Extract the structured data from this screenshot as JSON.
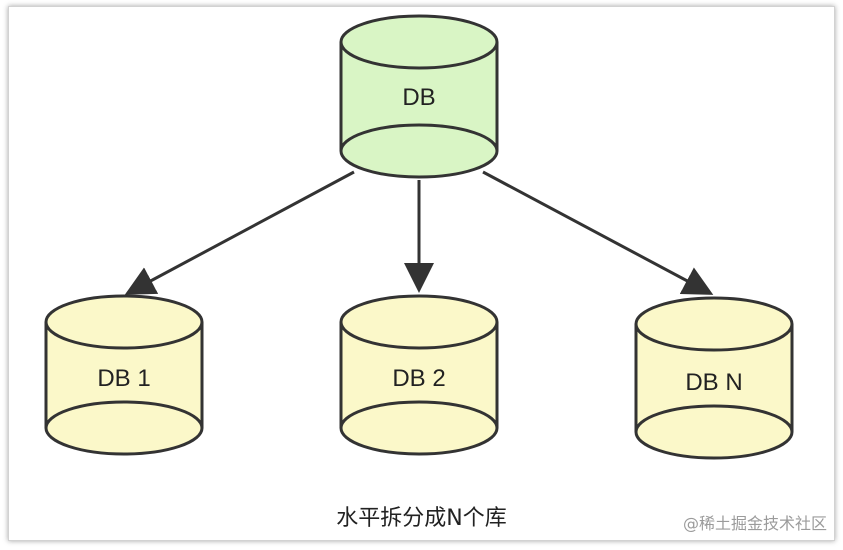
{
  "diagram": {
    "root": {
      "label": "DB",
      "fill": "#d9f5c5"
    },
    "children": [
      {
        "label": "DB 1",
        "fill": "#fbf8c9"
      },
      {
        "label": "DB 2",
        "fill": "#fbf8c9"
      },
      {
        "label": "DB N",
        "fill": "#fbf8c9"
      }
    ],
    "stroke": "#333333"
  },
  "caption": "水平拆分成N个库",
  "watermark": "@稀土掘金技术社区"
}
